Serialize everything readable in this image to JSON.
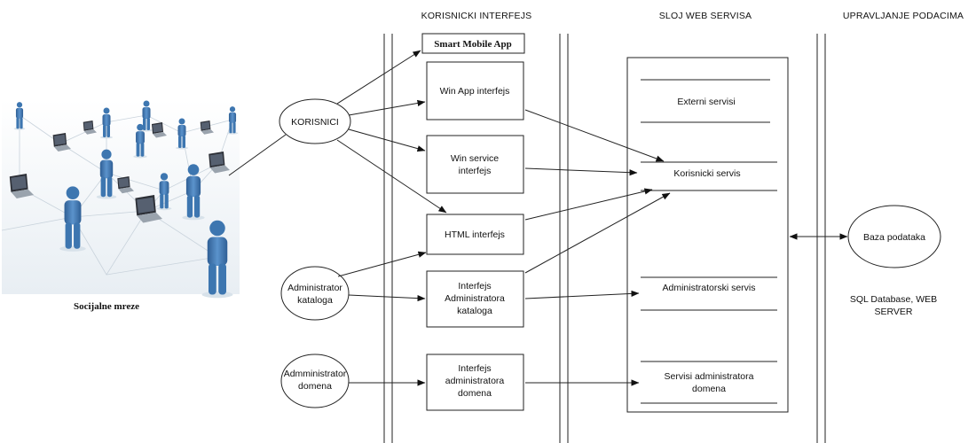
{
  "headers": {
    "ui": "KORISNICKI INTERFEJS",
    "ws": "SLOJ WEB SERVISA",
    "data": "UPRAVLJANJE PODACIMA"
  },
  "social_image": {
    "caption": "Socijalne mreze"
  },
  "actors": {
    "users": "KORISNICI",
    "catalog_admin": [
      "Administrator",
      "kataloga"
    ],
    "domain_admin": [
      "Admministrator",
      "domena"
    ]
  },
  "interfaces": {
    "smart_mobile": "Smart Mobile App",
    "win_app": "Win App interfejs",
    "win_service": [
      "Win service",
      "interfejs"
    ],
    "html": "HTML interfejs",
    "catalog_admin": [
      "Interfejs",
      "Administratora",
      "kataloga"
    ],
    "domain_admin": [
      "Interfejs",
      "administratora",
      "domena"
    ]
  },
  "services": {
    "external": "Externi servisi",
    "user": "Korisnicki servis",
    "admin": "Administratorski servis",
    "domain_admin": [
      "Servisi administratora",
      "domena"
    ]
  },
  "database": {
    "label": "Baza podataka",
    "note": [
      "SQL Database, WEB",
      "SERVER"
    ]
  },
  "colors": {
    "stroke": "#222222",
    "person": "#3d76b0",
    "laptop": "#2c2f36"
  }
}
